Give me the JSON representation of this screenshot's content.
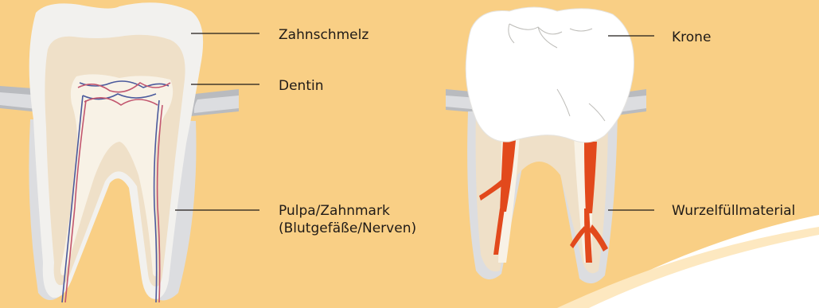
{
  "left_tooth": {
    "labels": {
      "enamel": "Zahnschmelz",
      "dentin": "Dentin",
      "pulp_line1": "Pulpa/Zahnmark",
      "pulp_line2": "(Blutgefäße/Nerven)"
    }
  },
  "right_tooth": {
    "labels": {
      "crown": "Krone",
      "root_filling": "Wurzelfüllmaterial"
    }
  },
  "colors": {
    "background": "#f9cf85",
    "enamel": "#f2f1ee",
    "dentin": "#efe0c8",
    "pulp": "#f8f2e6",
    "gum": "#dcdde0",
    "bone": "#b9bbbf",
    "vessel_red": "#c2566e",
    "nerve_blue": "#4b5a9c",
    "root_filling": "#e2491c",
    "leader_line": "#1f1a17"
  }
}
